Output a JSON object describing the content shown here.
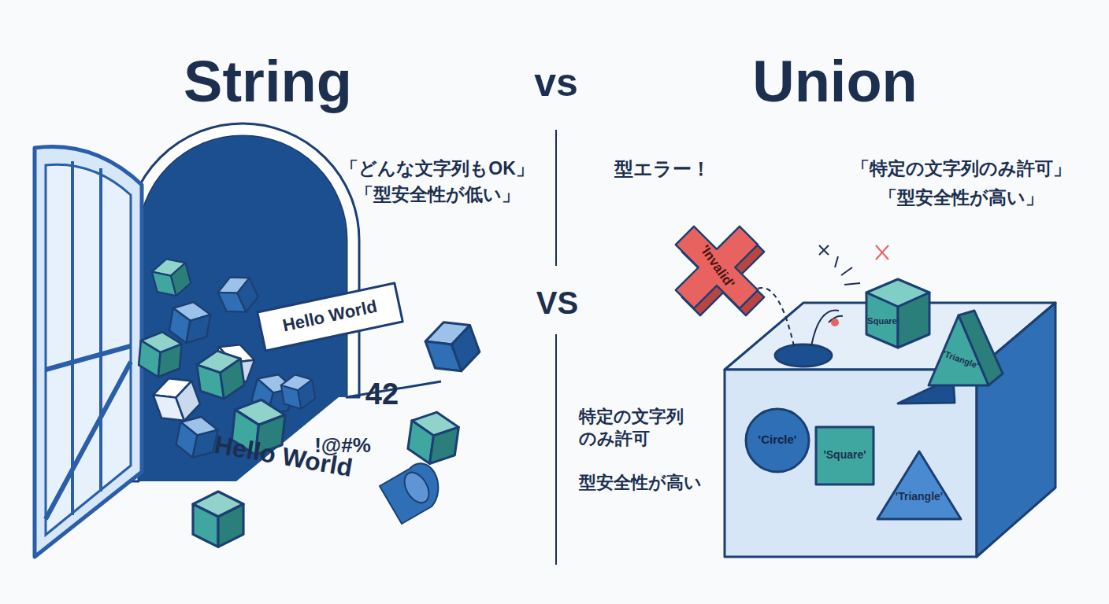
{
  "diagram": {
    "nodes": [
      {
        "text": [
          "Hello World"
        ]
      },
      {
        "text": [
          "'Invalid'"
        ]
      },
      {
        "text": [
          "'Square'"
        ]
      },
      {
        "text": [
          "'Triangle'"
        ]
      },
      {
        "text": [
          "'Circle'"
        ]
      },
      {
        "text": [
          "'Square'"
        ]
      },
      {
        "text": [
          "'Triangle'"
        ]
      }
    ],
    "labels": [
      "String",
      "vs",
      "Union",
      "「どんな文字列もOK」",
      "「型安全性が低い」",
      "VS",
      "型エラー！",
      "「特定の文字列のみ許可」",
      "「型安全性が高い」",
      "42",
      "Hello World",
      "!@#%",
      "特定の文字列 のみ許可",
      "型安全性が高い"
    ]
  }
}
